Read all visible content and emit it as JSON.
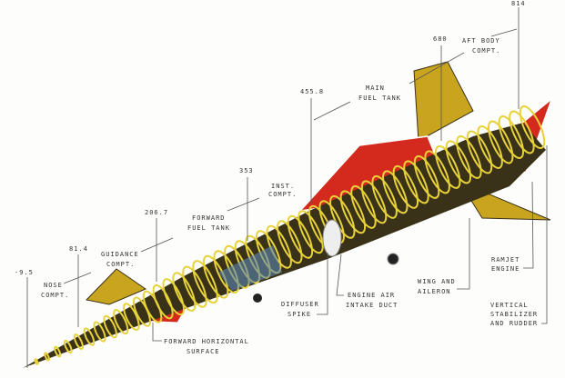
{
  "stations": [
    "-9.5",
    "81.4",
    "206.7",
    "353",
    "455.8",
    "680",
    "814"
  ],
  "compartments": {
    "nose": [
      "NOSE",
      "COMPT."
    ],
    "guidance": [
      "GUIDANCE",
      "COMPT."
    ],
    "forward_fuel": [
      "FORWARD",
      "FUEL TANK"
    ],
    "inst": [
      "INST.",
      "COMPT."
    ],
    "main_fuel": [
      "MAIN",
      "FUEL TANK"
    ],
    "aft_body": [
      "AFT BODY",
      "COMPT."
    ]
  },
  "callouts": {
    "forward_horizontal": [
      "FORWARD HORIZONTAL",
      "SURFACE"
    ],
    "diffuser": [
      "DIFFUSER",
      "SPIKE"
    ],
    "intake": [
      "ENGINE AIR",
      "INTAKE DUCT"
    ],
    "wing": [
      "WING AND",
      "AILERON"
    ],
    "ramjet": [
      "RAMJET",
      "ENGINE"
    ],
    "vertical": [
      "VERTICAL",
      "STABILIZER",
      "AND RUDDER"
    ]
  },
  "colors": {
    "structure": "#e8d23a",
    "surface_red": "#d42a1e",
    "shadow": "#3a3218",
    "blue": "#5a86b8"
  }
}
